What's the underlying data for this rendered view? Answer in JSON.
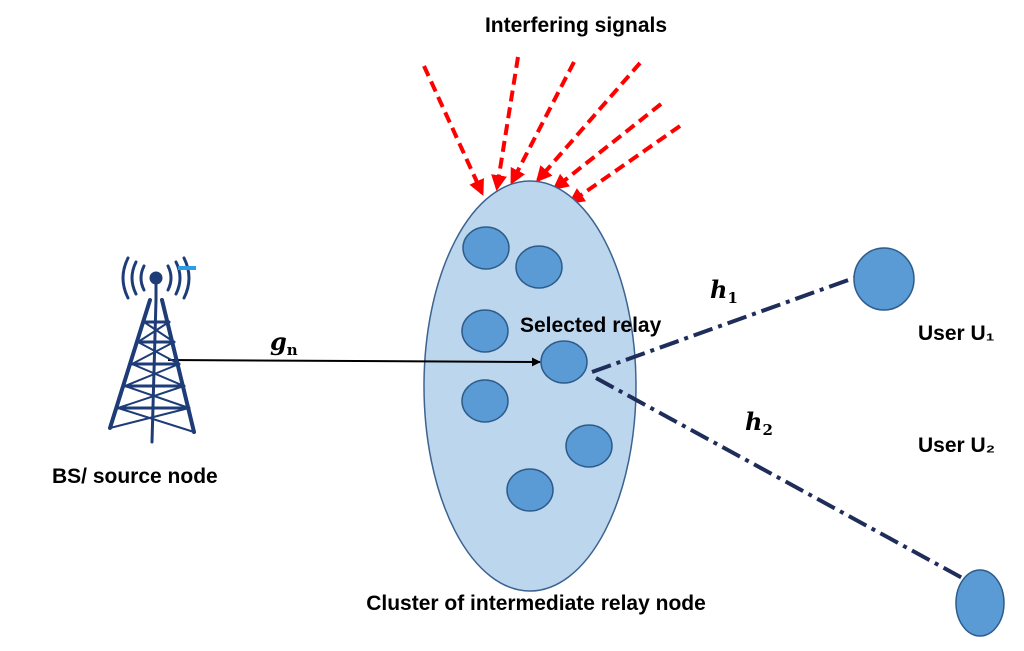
{
  "labels": {
    "interfering": "Interfering signals",
    "selected_relay": "Selected relay",
    "bs": "BS/ source node",
    "cluster": "Cluster of intermediate relay node",
    "user1": "User U₁",
    "user2": "User U₂"
  },
  "channels": {
    "g": "g",
    "g_sub": "n",
    "h1": "h",
    "h1_sub": "1",
    "h2": "h",
    "h2_sub": "2"
  },
  "colors": {
    "cluster_fill": "#bcd6ee",
    "cluster_stroke": "#3c6390",
    "node_fill": "#5b9bd5",
    "node_stroke": "#2e5c8a",
    "interference": "#ff0000",
    "link": "#1f2d5a",
    "tower": "#1e3c78"
  },
  "icons": {
    "tower": "cell-tower-icon"
  }
}
